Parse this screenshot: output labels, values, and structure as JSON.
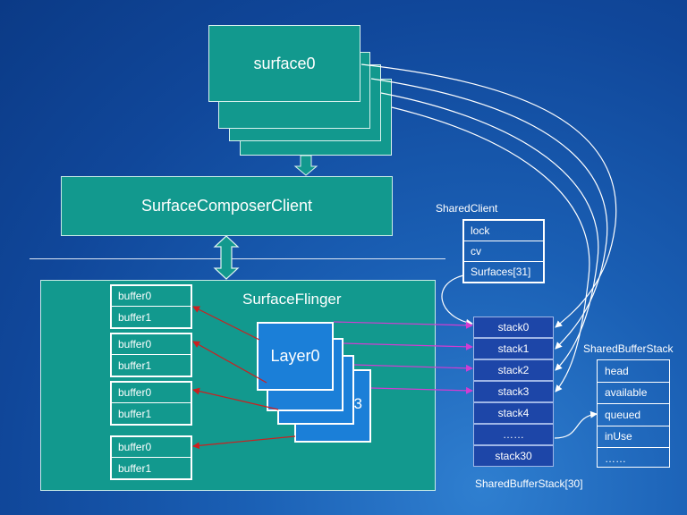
{
  "surfaces": {
    "front_label": "surface0"
  },
  "composer": {
    "label": "SurfaceComposerClient"
  },
  "flinger": {
    "label": "SurfaceFlinger"
  },
  "buffers": [
    {
      "a": "buffer0",
      "b": "buffer1"
    },
    {
      "a": "buffer0",
      "b": "buffer1"
    },
    {
      "a": "buffer0",
      "b": "buffer1"
    },
    {
      "a": "buffer0",
      "b": "buffer1"
    }
  ],
  "layers": {
    "front_label": "Layer0",
    "partial_glyph": "3"
  },
  "shared_client": {
    "title": "SharedClient",
    "rows": [
      "lock",
      "cv",
      "Surfaces[31]"
    ]
  },
  "stack_array": {
    "caption": "SharedBufferStack[30]",
    "rows": [
      "stack0",
      "stack1",
      "stack2",
      "stack3",
      "stack4",
      "……",
      "stack30"
    ]
  },
  "shared_buffer_stack": {
    "title": "SharedBufferStack",
    "rows": [
      "head",
      "available",
      "queued",
      "inUse",
      "……"
    ]
  },
  "colors": {
    "background": "#1a5fb4",
    "teal": "#12998e",
    "layer_blue": "#1b7fd8",
    "stack_navy": "#1d46a8",
    "arrow_red": "#cc1f1f",
    "arrow_magenta": "#d23cd2"
  }
}
